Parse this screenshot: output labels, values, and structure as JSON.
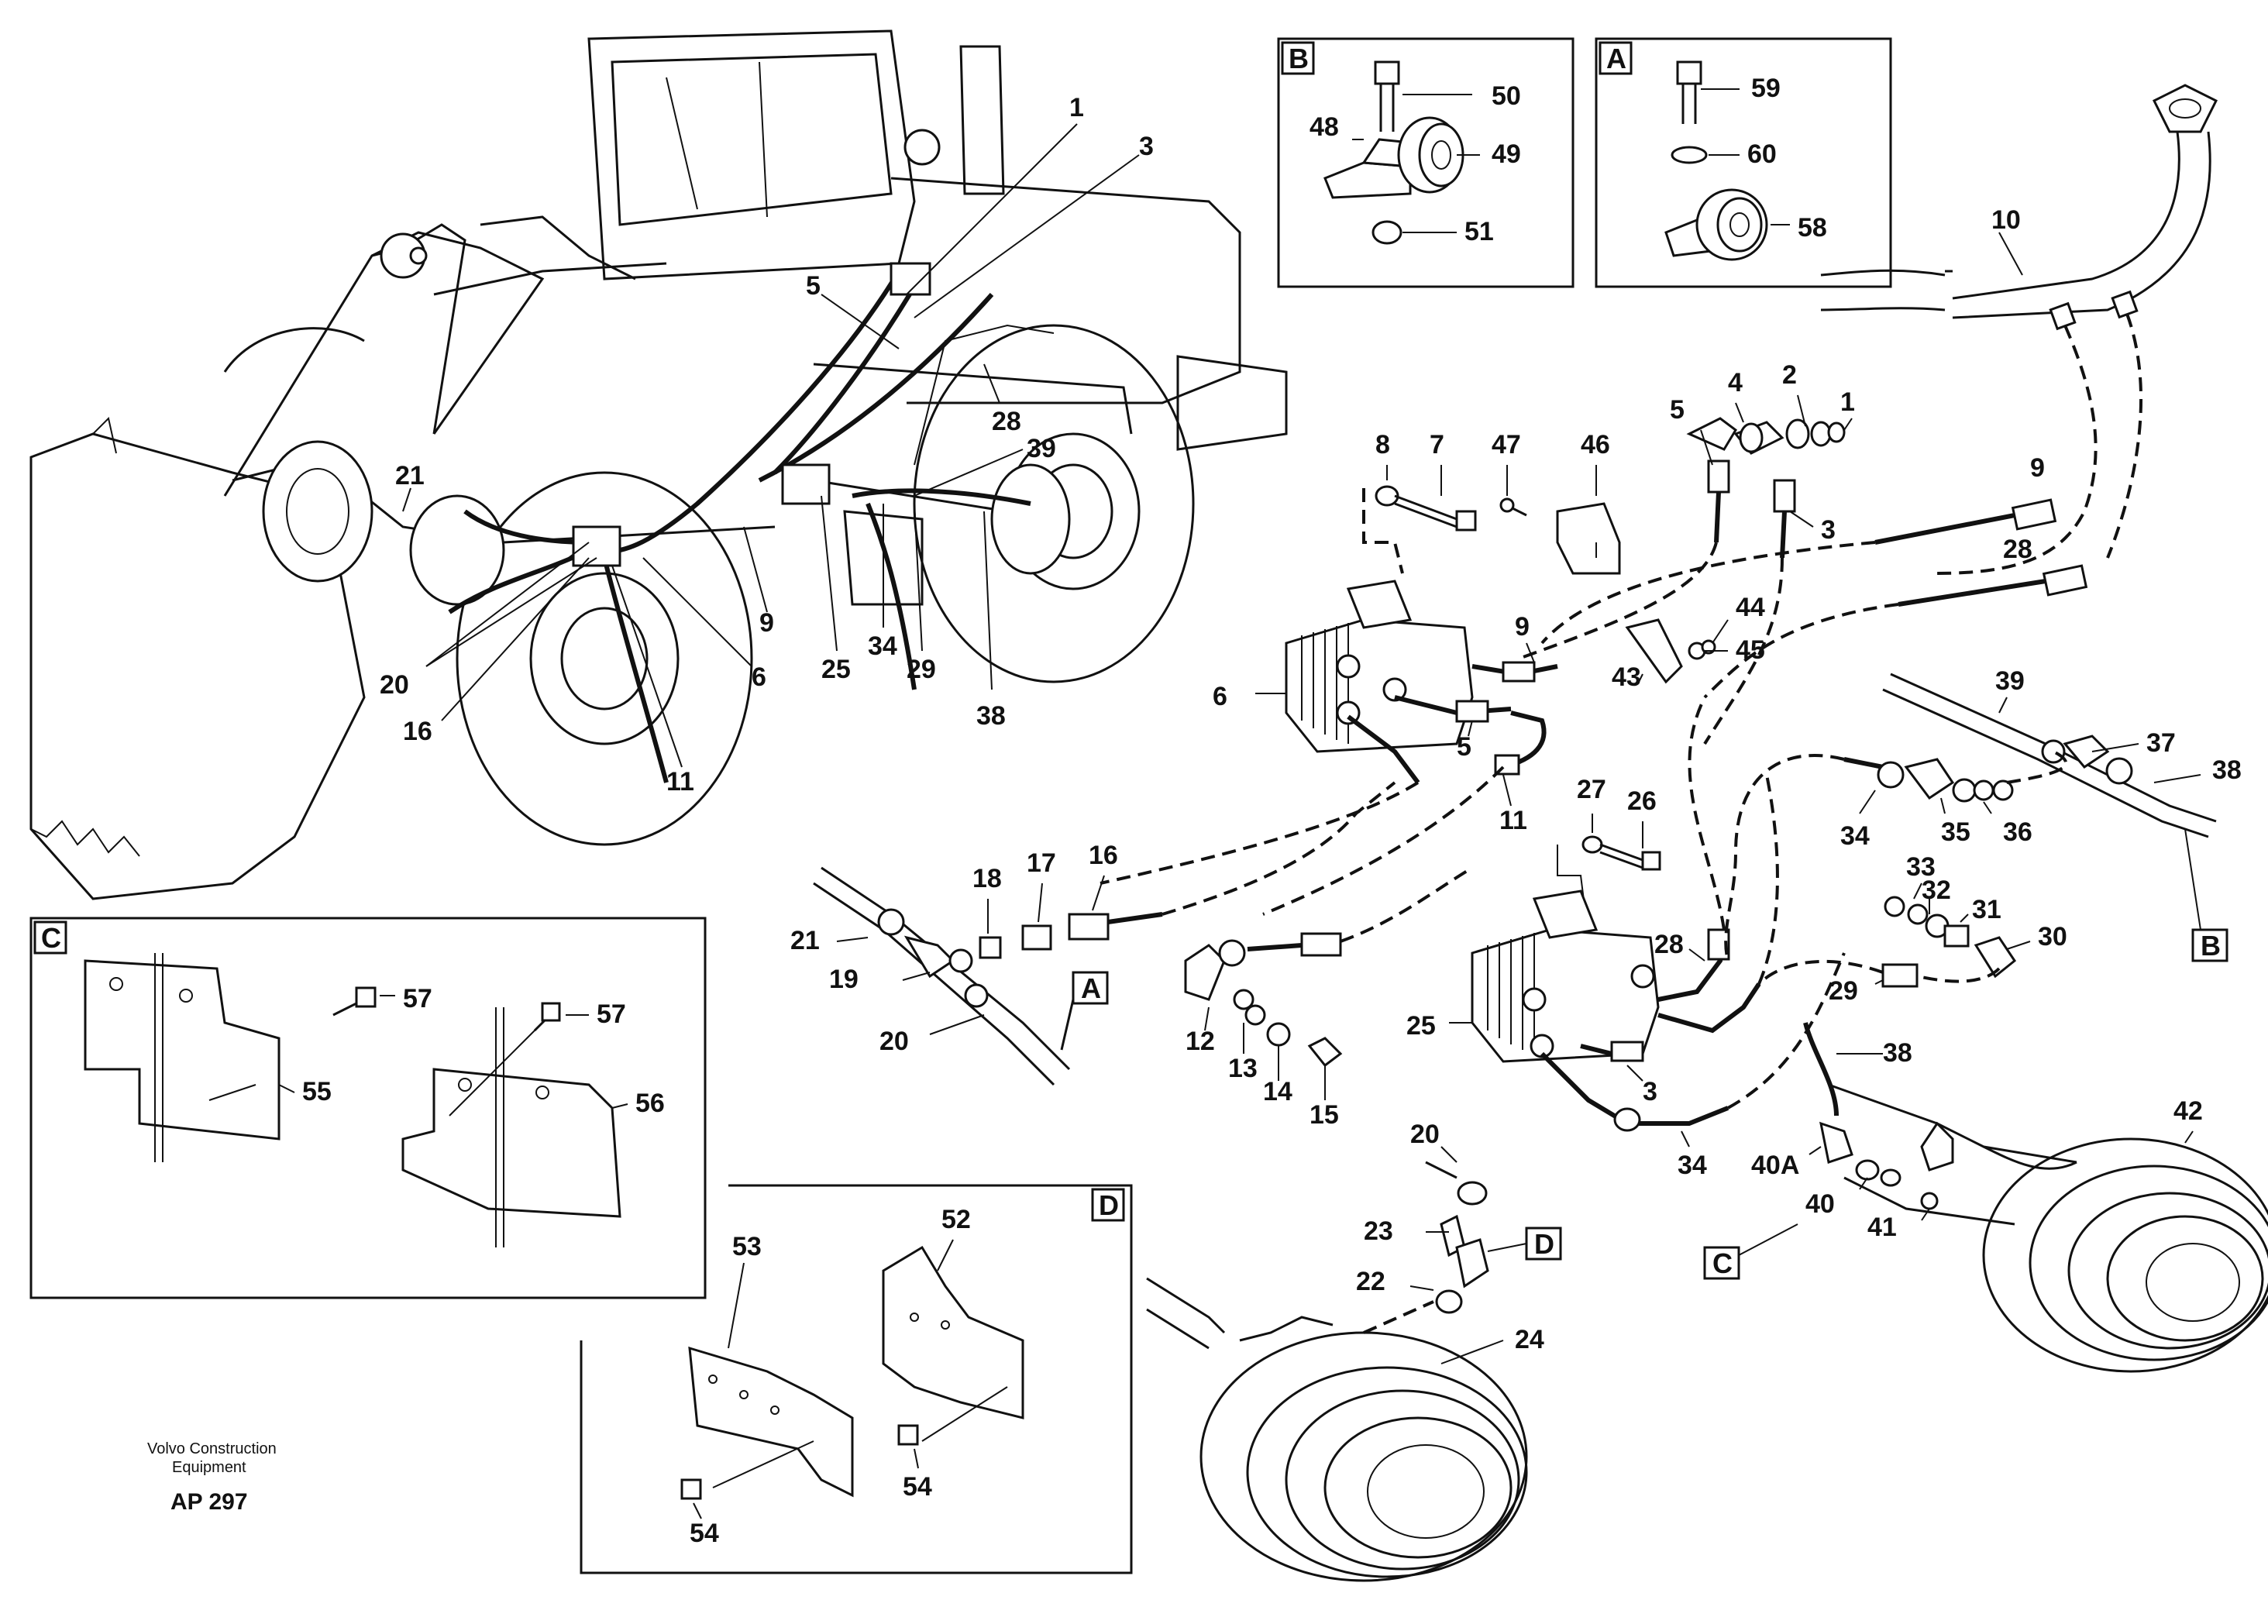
{
  "credit": {
    "company_line1": "Volvo Construction",
    "company_line2": "Equipment",
    "code": "AP 297"
  },
  "detail_boxes": {
    "A": "A",
    "B": "B",
    "C": "C",
    "D": "D"
  },
  "callouts": {
    "l1_loader": "1",
    "l3_loader": "3",
    "l5_loader": "5",
    "l28_loader": "28",
    "l39_loader": "39",
    "l21_loader": "21",
    "l9_loader": "9",
    "l6_loader": "6",
    "l20_loader": "20",
    "l16_loader": "16",
    "l11_loader": "11",
    "l25_loader": "25",
    "l34_loader": "34",
    "l29_loader": "29",
    "l38_loader": "38",
    "l50": "50",
    "l48": "48",
    "l49": "49",
    "l51": "51",
    "l59": "59",
    "l60": "60",
    "l58": "58",
    "l10": "10",
    "l4": "4",
    "l2": "2",
    "l1": "1",
    "l5": "5",
    "l3a": "3",
    "l8": "8",
    "l7": "7",
    "l47": "47",
    "l46": "46",
    "l9a": "9",
    "l9b": "9",
    "l28a": "28",
    "l44": "44",
    "l45": "45",
    "l43": "43",
    "l6": "6",
    "l5b": "5",
    "l11": "11",
    "l39": "39",
    "l37": "37",
    "l38a": "38",
    "l34a": "34",
    "l35": "35",
    "l36": "36",
    "l27": "27",
    "l26": "26",
    "l33": "33",
    "l32": "32",
    "l31": "31",
    "l30": "30",
    "l28b": "28",
    "l29": "29",
    "l25": "25",
    "l3b": "3",
    "l34b": "34",
    "l38b": "38",
    "l40A": "40A",
    "l40": "40",
    "l41": "41",
    "l42": "42",
    "l18": "18",
    "l17": "17",
    "l16": "16",
    "l21": "21",
    "l19": "19",
    "l20": "20",
    "l12": "12",
    "l13": "13",
    "l14": "14",
    "l15": "15",
    "l57a": "57",
    "l57b": "57",
    "l55": "55",
    "l56": "56",
    "l20b": "20",
    "l23": "23",
    "l22": "22",
    "l24": "24",
    "l53": "53",
    "l52": "52",
    "l54a": "54",
    "l54b": "54"
  }
}
